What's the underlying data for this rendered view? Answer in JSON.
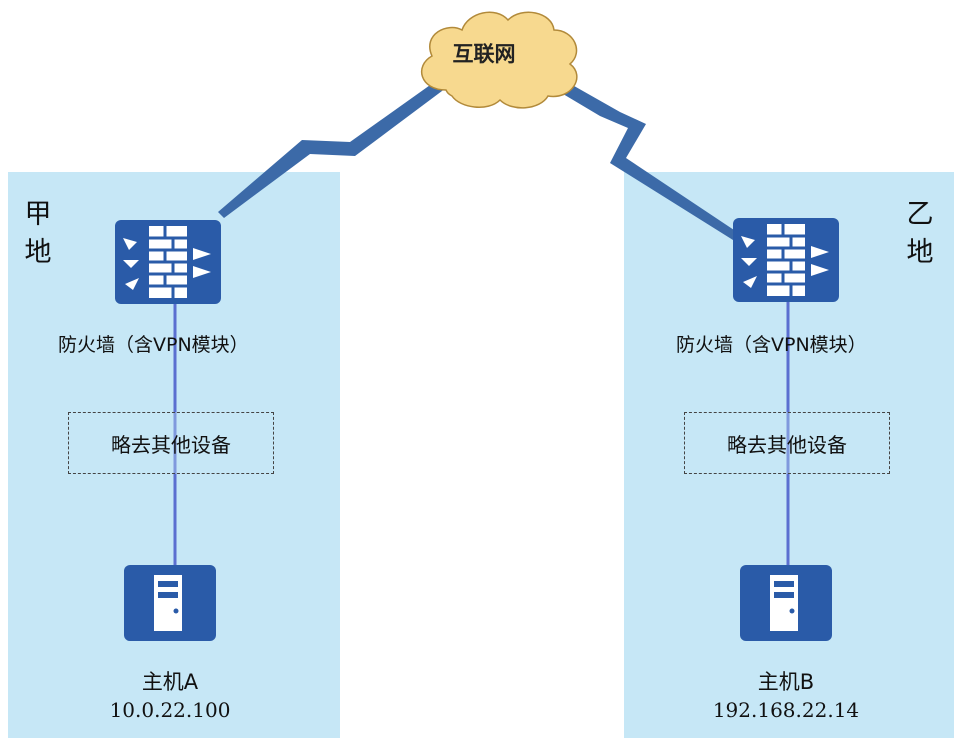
{
  "cloud": {
    "label": "互联网"
  },
  "site_a": {
    "label_chars": [
      "甲",
      "地"
    ],
    "firewall_label": "防火墙（含VPN模块）",
    "omitted_label": "略去其他设备",
    "host_name": "主机A",
    "host_ip": "10.0.22.100"
  },
  "site_b": {
    "label_chars": [
      "乙",
      "地"
    ],
    "firewall_label": "防火墙（含VPN模块）",
    "omitted_label": "略去其他设备",
    "host_name": "主机B",
    "host_ip": "192.168.22.14"
  },
  "colors": {
    "site_background": "#c6e7f6",
    "device_blue": "#2a5ba8",
    "link_blue": "#3c6aa8",
    "cloud_fill": "#f7d98f",
    "cloud_stroke": "#b28a3a"
  },
  "icons": {
    "firewall": "firewall-icon",
    "server": "server-icon",
    "cloud": "cloud-icon"
  }
}
